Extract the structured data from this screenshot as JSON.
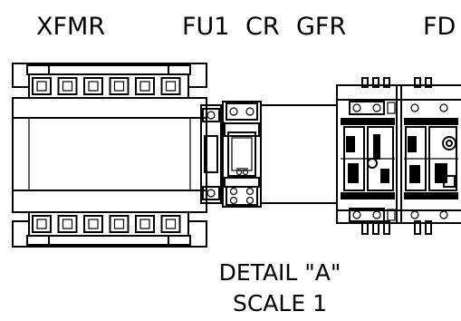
{
  "labels": {
    "xfmr": "XFMR",
    "fu1": "FU1",
    "cr": "CR",
    "gfr": "GFR",
    "fd": "FD"
  },
  "caption": {
    "line1": "DETAIL \"A\"",
    "line2": "SCALE 1"
  }
}
